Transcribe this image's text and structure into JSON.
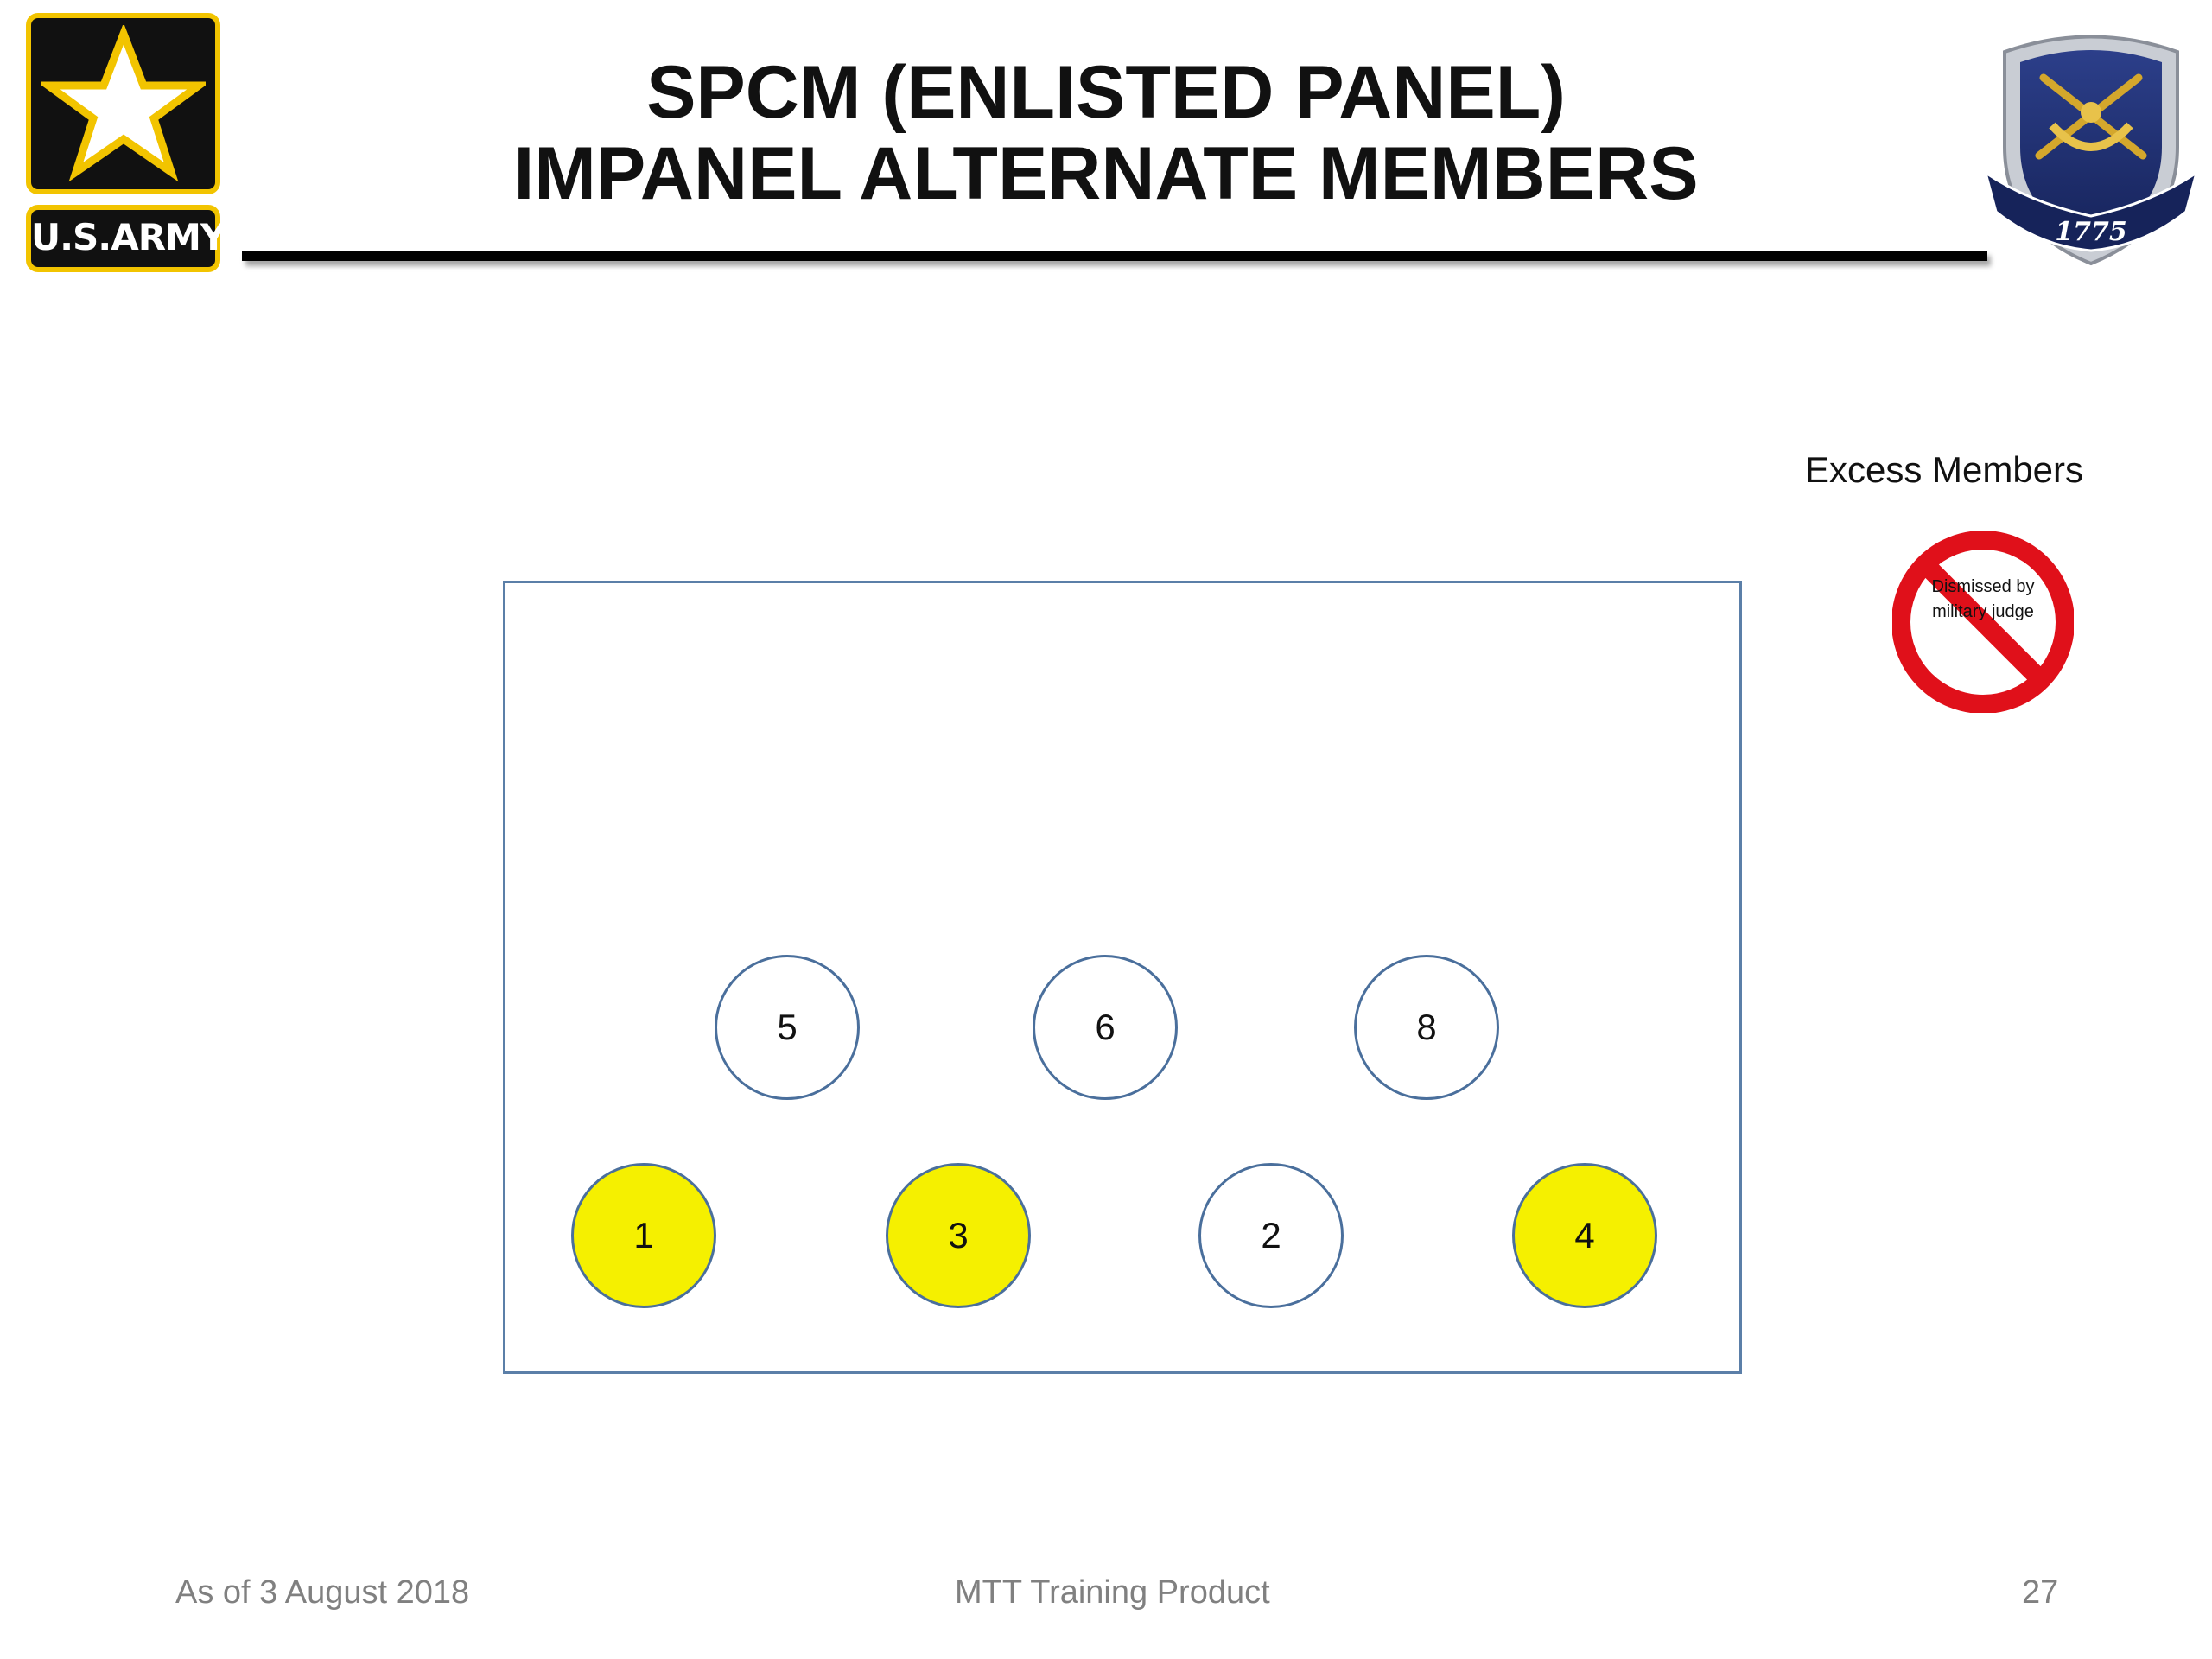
{
  "header": {
    "logo_text": "U.S.ARMY",
    "title_line1": "SPCM (ENLISTED PANEL)",
    "title_line2": "IMPANEL ALTERNATE MEMBERS",
    "crest_year": "1775"
  },
  "excess": {
    "label": "Excess Members",
    "dismissed_text": "Dismissed by military judge",
    "icon": "prohibited-icon"
  },
  "panel": {
    "members": [
      {
        "number": "5",
        "highlight": false
      },
      {
        "number": "6",
        "highlight": false
      },
      {
        "number": "8",
        "highlight": false
      },
      {
        "number": "1",
        "highlight": true
      },
      {
        "number": "3",
        "highlight": true
      },
      {
        "number": "2",
        "highlight": false
      },
      {
        "number": "4",
        "highlight": true
      }
    ]
  },
  "footer": {
    "date": "As of 3 August 2018",
    "product": "MTT Training Product",
    "page": "27"
  },
  "colors": {
    "highlight": "#f5f000",
    "circle_border": "#4a6f9c",
    "prohibited_red": "#e0101a",
    "logo_gold": "#f2c400"
  }
}
